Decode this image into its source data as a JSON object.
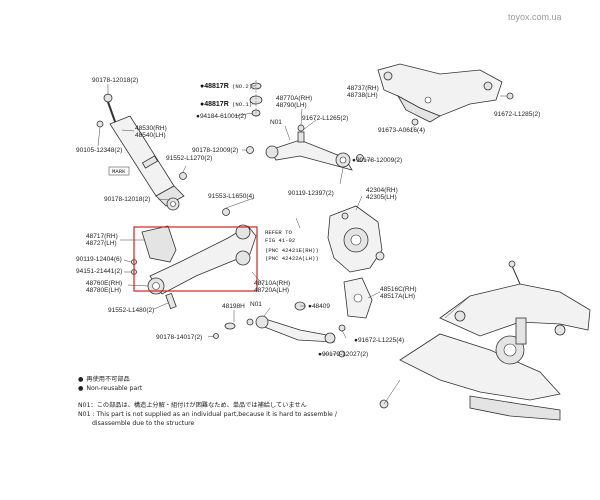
{
  "watermark": "toyox.com.ua",
  "labels": {
    "p90178_12018_top": "90178-12018(2)",
    "p48530": "48530(RH)",
    "p48540": "48540(LH)",
    "p90105": "90105-12348(2)",
    "p91552_l1270": "91552-L1270(2)",
    "mark": "MARK",
    "p90178_12018_mid": "90178-12018(2)",
    "p48817r_no2": "48817R",
    "no2": "(NO.2)",
    "p48817r_no1": "48817R",
    "no1": "(NO.1)",
    "p94184": "94184-61001(2)",
    "p48770": "48770A(RH)",
    "p48790": "48790(LH)",
    "n01_top": "N01",
    "p91672_l1265": "91672-L1265(2)",
    "p90178_12009_a": "90178-12009(2)",
    "p90178_12009_b": "90178-12009(2)",
    "p90119_12397": "90119-12397(2)",
    "p48737": "48737(RH)",
    "p48738": "48738(LH)",
    "p91673": "91673-A0616(4)",
    "p91672_l1285": "91672-L1285(2)",
    "p91553": "91553-L1650(4)",
    "p42304": "42304(RH)",
    "p42305": "42305(LH)",
    "p48717": "48717(RH)",
    "p48727": "48727(LH)",
    "refer1": "REFER TO",
    "refer2": "FIG 41-02",
    "pnc1": "(PNC 42421E(RH))",
    "pnc2": "(PNC 42422A(LH))",
    "p90119_12404": "90119-12404(6)",
    "p94151": "94151-21441(2)",
    "p48760": "48760E(RH)",
    "p48780": "48780E(LH)",
    "p48710": "48710A(RH)",
    "p48720": "48720A(LH)",
    "p48516": "48516C(RH)",
    "p48517": "48517A(LH)",
    "p48198": "48198H",
    "n01_bottom": "N01",
    "p48409": "48409",
    "p91552_l1480": "91552-L1480(2)",
    "p91672_l1225": "91672-L1225(4)",
    "p90178_14017": "90178-14017(2)",
    "p90179_12027": "90179-12027(2)"
  },
  "legend": {
    "bullet_symbol": "●",
    "jp_label": "再使用不可部品",
    "en_label": "Non-reusable part"
  },
  "notes": {
    "n01_jp": "N01：この部品は、構造上分解・組付けが困難なため、単品では補給していません",
    "n01_en_1": "N01 : This part is not supplied as an individual part,because it is hard to assemble /",
    "n01_en_2": "disassemble due to the structure"
  },
  "highlight_color": "#d42020"
}
